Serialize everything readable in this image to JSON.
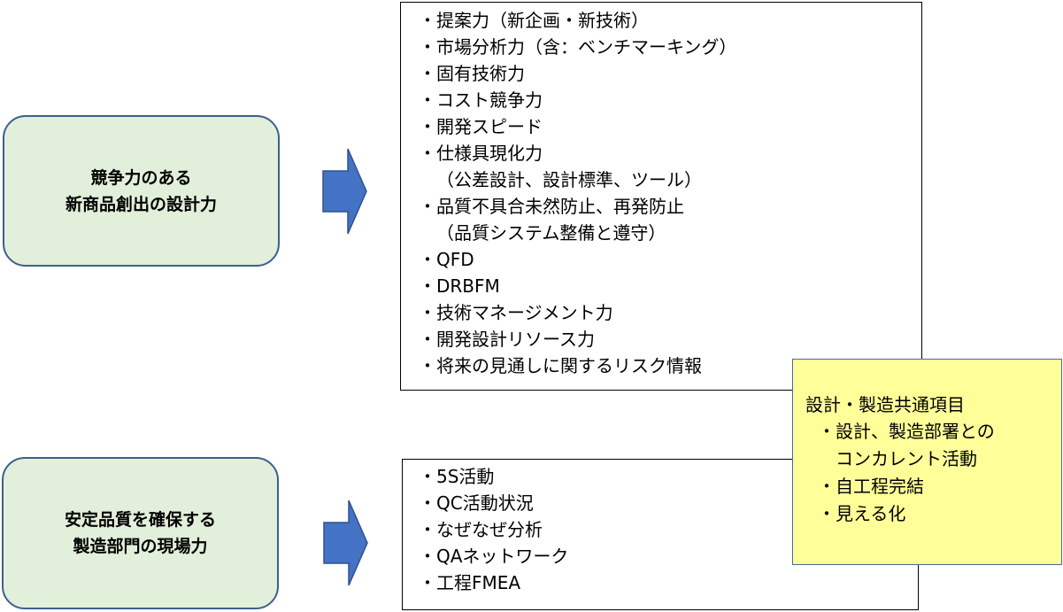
{
  "design_box": {
    "line1": "競争力のある",
    "line2": "新商品創出の設計力"
  },
  "mfg_box": {
    "line1": "安定品質を確保する",
    "line2": "製造部門の現場力"
  },
  "bullet": "・",
  "design_items": [
    "提案力（新企画・新技術）",
    "市場分析力（含：ベンチマーキング）",
    "固有技術力",
    "コスト競争力",
    "開発スピード",
    "仕様具現化力",
    "（公差設計、設計標準、ツール）",
    "品質不具合未然防止、再発防止",
    "（品質システム整備と遵守）",
    "QFD",
    "DRBFM",
    "技術マネージメント力",
    "開発設計リソース力",
    "将来の見通しに関するリスク情報"
  ],
  "mfg_items": [
    "5S活動",
    "QC活動状況",
    "なぜなぜ分析",
    "QAネットワーク",
    "工程FMEA"
  ],
  "common": {
    "title": "設計・製造共通項目",
    "items": [
      "設計、製造部署との",
      "コンカレント活動",
      "自工程完結",
      "見える化"
    ]
  },
  "colors": {
    "box_fill": "#e2efda",
    "box_border": "#3d5f8e",
    "arrow_fill": "#4472c4",
    "common_fill": "#ffff99"
  }
}
